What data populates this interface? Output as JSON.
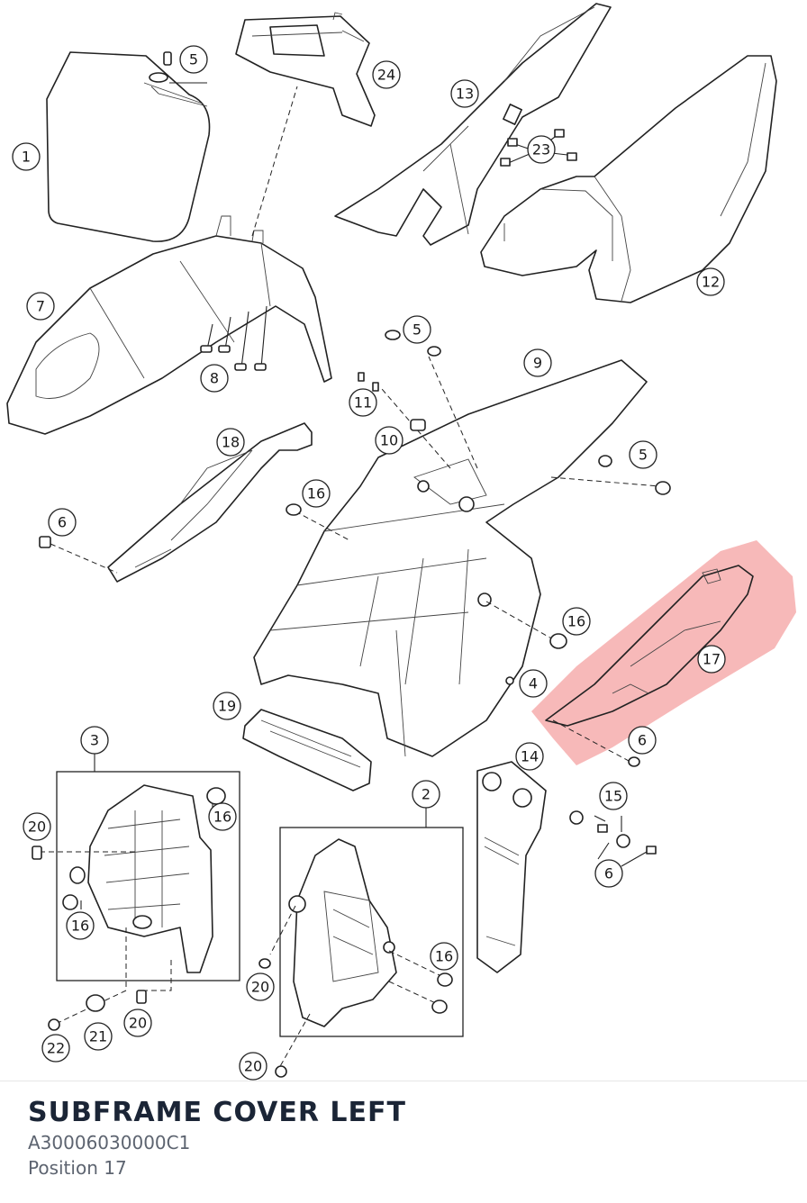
{
  "part": {
    "name": "SUBFRAME COVER LEFT",
    "number": "A30006030000C1",
    "position": "Position 17"
  },
  "callouts": [
    {
      "id": "c1",
      "label": "1"
    },
    {
      "id": "c5a",
      "label": "5"
    },
    {
      "id": "c24",
      "label": "24"
    },
    {
      "id": "c13",
      "label": "13"
    },
    {
      "id": "c23",
      "label": "23"
    },
    {
      "id": "c12",
      "label": "12"
    },
    {
      "id": "c7",
      "label": "7"
    },
    {
      "id": "c8",
      "label": "8"
    },
    {
      "id": "c5b",
      "label": "5"
    },
    {
      "id": "c11",
      "label": "11"
    },
    {
      "id": "c9",
      "label": "9"
    },
    {
      "id": "c10",
      "label": "10"
    },
    {
      "id": "c5c",
      "label": "5"
    },
    {
      "id": "c18",
      "label": "18"
    },
    {
      "id": "c16a",
      "label": "16"
    },
    {
      "id": "c6a",
      "label": "6"
    },
    {
      "id": "c16b",
      "label": "16"
    },
    {
      "id": "c17",
      "label": "17"
    },
    {
      "id": "c4",
      "label": "4"
    },
    {
      "id": "c19",
      "label": "19"
    },
    {
      "id": "c6b",
      "label": "6"
    },
    {
      "id": "c3",
      "label": "3"
    },
    {
      "id": "c14",
      "label": "14"
    },
    {
      "id": "c2",
      "label": "2"
    },
    {
      "id": "c15",
      "label": "15"
    },
    {
      "id": "c20a",
      "label": "20"
    },
    {
      "id": "c16c",
      "label": "16"
    },
    {
      "id": "c6c",
      "label": "6"
    },
    {
      "id": "c16d",
      "label": "16"
    },
    {
      "id": "c16e",
      "label": "16"
    },
    {
      "id": "c20b",
      "label": "20"
    },
    {
      "id": "c20c",
      "label": "20"
    },
    {
      "id": "c21",
      "label": "21"
    },
    {
      "id": "c22",
      "label": "22"
    },
    {
      "id": "c20d",
      "label": "20"
    }
  ],
  "highlight": {
    "callout": "17",
    "color": "#f08080"
  }
}
